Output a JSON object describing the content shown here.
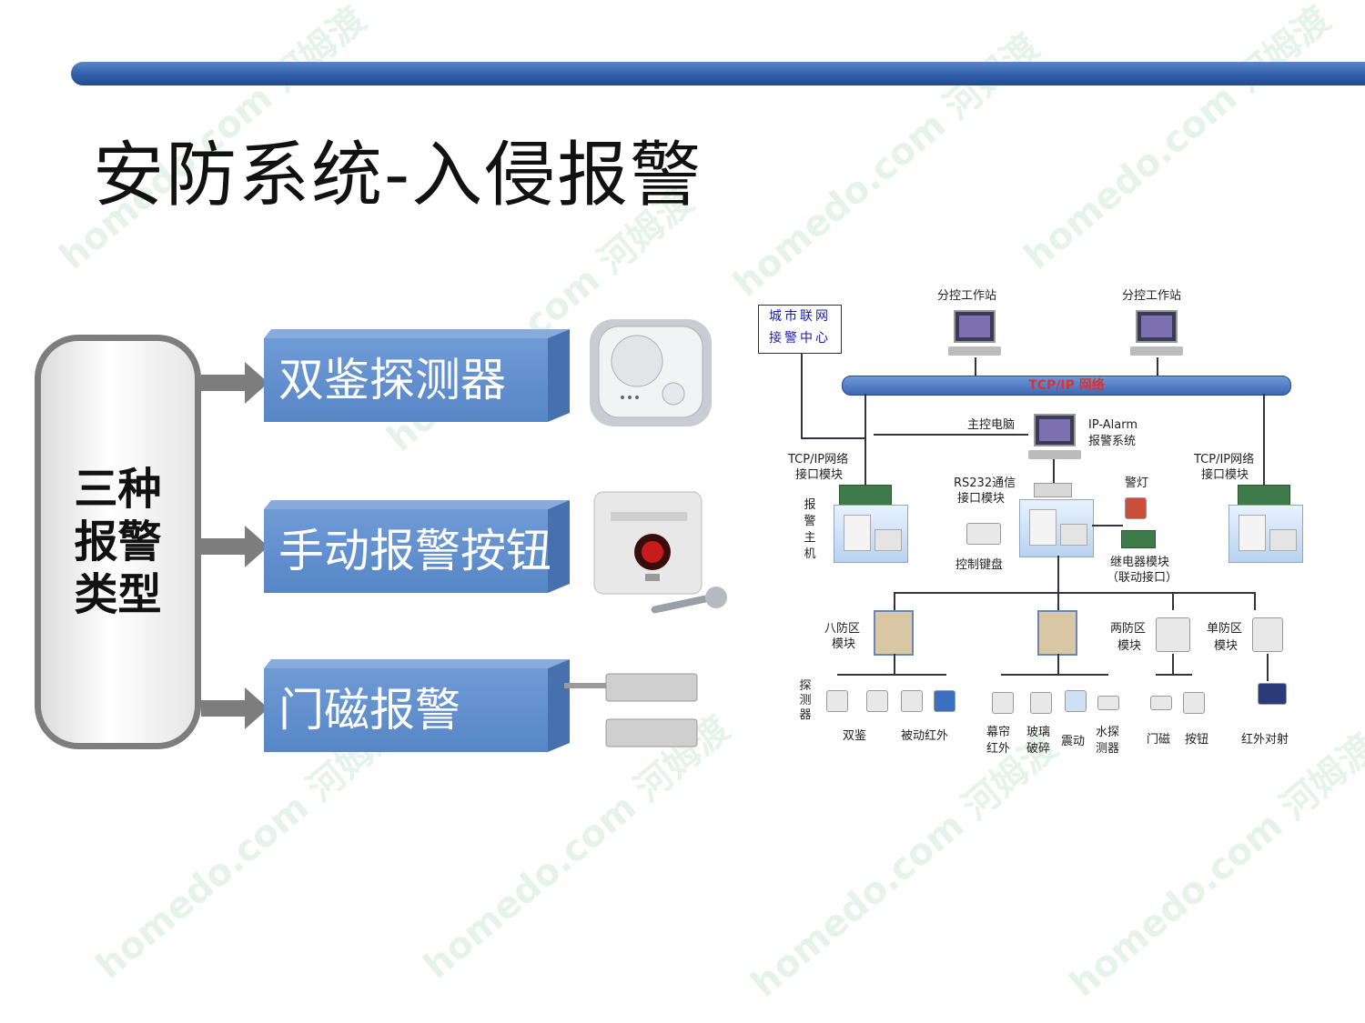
{
  "slide": {
    "title": "安防系统-入侵报警",
    "type_box": "三种报警类型",
    "alarm_types": [
      {
        "label": "双鉴探测器"
      },
      {
        "label": "手动报警按钮"
      },
      {
        "label": "门磁报警"
      }
    ]
  },
  "diagram": {
    "city_center": [
      "城市联网",
      "接警中心"
    ],
    "workstation_left": "分控工作站",
    "workstation_right": "分控工作站",
    "network": "TCP/IP 网络",
    "main_pc": "主控电脑",
    "ip_alarm": [
      "IP-Alarm",
      "报警系统"
    ],
    "tcp_module_left": [
      "TCP/IP网络",
      "接口模块"
    ],
    "tcp_module_right": [
      "TCP/IP网络",
      "接口模块"
    ],
    "rs232": [
      "RS232通信",
      "接口模块"
    ],
    "warning_light": "警灯",
    "host_label": [
      "报",
      "警",
      "主",
      "机"
    ],
    "keyboard": "控制键盘",
    "relay": [
      "继电器模块",
      "（联动接口）"
    ],
    "zone8": [
      "八防区",
      "模块"
    ],
    "zone2": [
      "两防区",
      "模块"
    ],
    "zone1": [
      "单防区",
      "模块"
    ],
    "detector": [
      "探",
      "测",
      "器"
    ],
    "dual": "双鉴",
    "passive_ir": "被动红外",
    "curtain_ir": [
      "幕帘",
      "红外"
    ],
    "glass": [
      "玻璃",
      "破碎"
    ],
    "vibration": "震动",
    "water": [
      "水探",
      "测器"
    ],
    "door": "门磁",
    "button": "按钮",
    "ir_beam": "红外对射"
  },
  "watermark": "homedo.com 河姆渡",
  "colors": {
    "accent": "#2f5ea8",
    "block": "#5786c6",
    "arrow": "#7d7d7d",
    "network_text": "#e03030"
  }
}
